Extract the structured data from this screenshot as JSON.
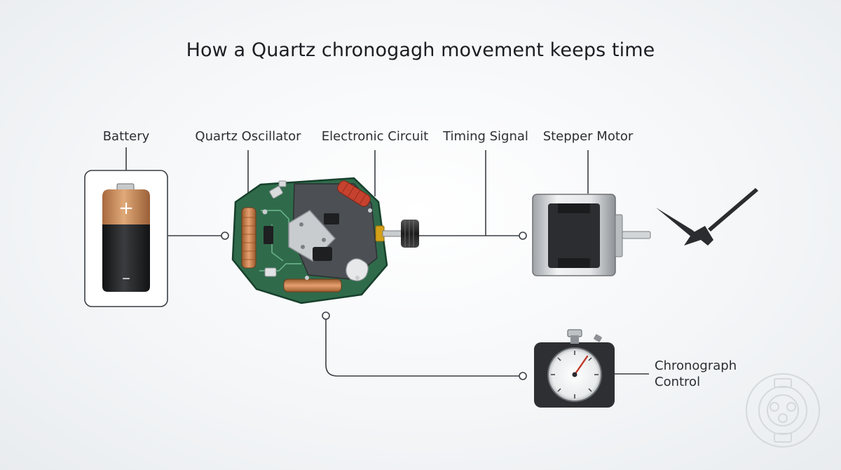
{
  "title": "How a Quartz chronogagh movement keeps time",
  "labels": {
    "battery": "Battery",
    "quartz_oscillator": "Quartz Oscillator",
    "electronic_circuit": "Electronic Circuit",
    "timing_signal": "Timing Signal",
    "stepper_motor": "Stepper Motor",
    "chronograph_control_line1": "Chronograph",
    "chronograph_control_line2": "Control"
  },
  "battery_symbols": {
    "plus": "+",
    "minus": "–"
  },
  "colors": {
    "line": "#3a3f44",
    "pcb_green": "#2e6b4a",
    "copper": "#c07a45",
    "battery_top": "#c98b5a",
    "battery_body": "#1e1f21",
    "motor_dark": "#2b2d30",
    "hands": "#2a2c2f"
  },
  "icons": [
    "battery-icon",
    "quartz-movement-icon",
    "stepper-motor-icon",
    "watch-hands-icon",
    "stopwatch-icon",
    "watch-watermark-icon"
  ]
}
